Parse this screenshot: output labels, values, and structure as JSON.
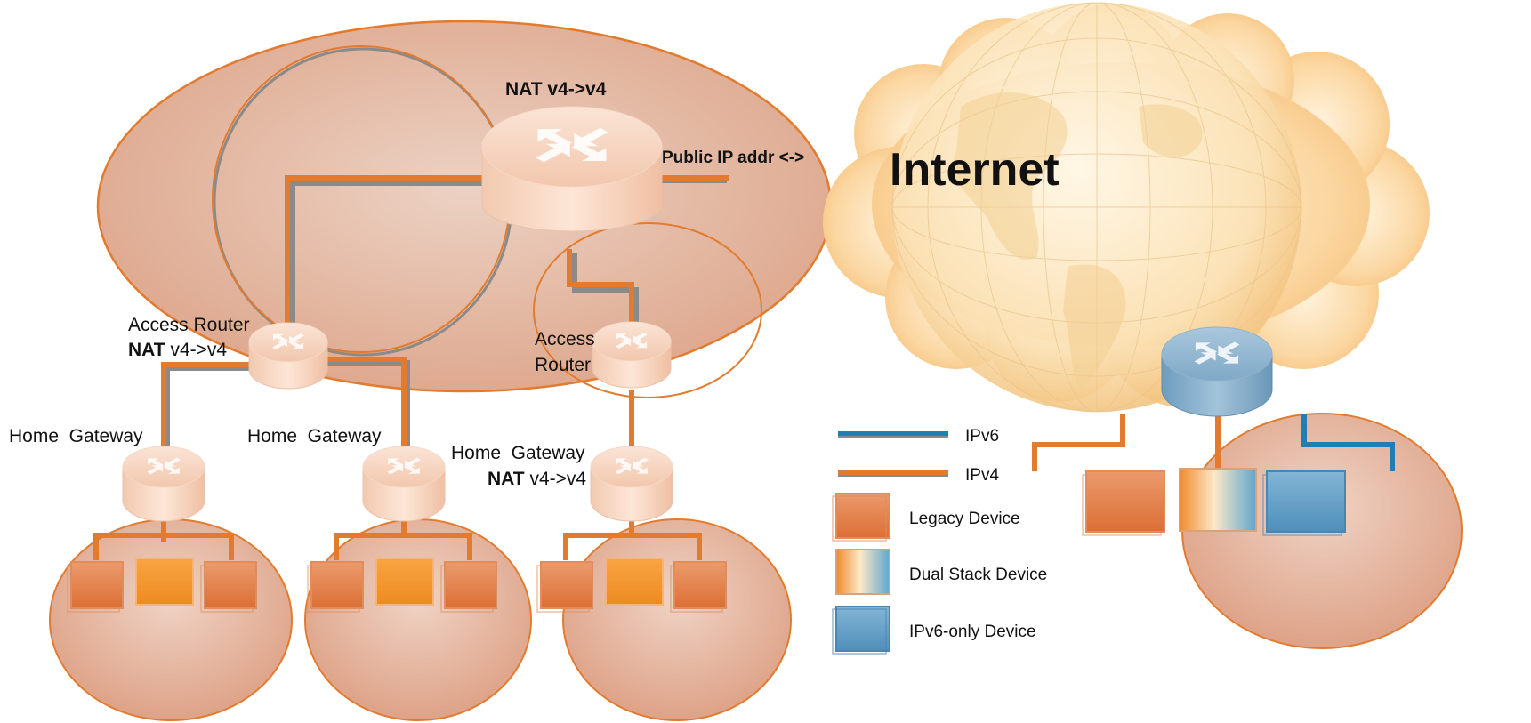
{
  "colors": {
    "ipv4": "#e37b2f",
    "ipv6": "#1f7fb5",
    "region_fill": "#e2b7a3",
    "legacy_device": "#e0773a",
    "dual_stack_device": "#f59a2e",
    "ipv6_only_device": "#5d9ec6",
    "router_ipv6": "#6f9fc0",
    "cloud": "#fcd9a8"
  },
  "icons": {
    "router": "router-icon",
    "globe": "globe-icon",
    "cloud": "cloud-icon"
  },
  "diagram": {
    "nat_core_label": "NAT v4->v4",
    "public_ip_label": "Public IP addr <->",
    "internet_label": "Internet",
    "access_router_left": {
      "line1": "Access Router",
      "nat_word": "NAT",
      "nat_suffix": " v4->v4"
    },
    "access_router_right": {
      "line1": "Access",
      "line2": "Router"
    },
    "home_gateways": [
      {
        "label": "Home  Gateway"
      },
      {
        "label": "Home  Gateway"
      },
      {
        "label": "Home  Gateway",
        "nat_word": "NAT",
        "nat_suffix": " v4->v4"
      }
    ]
  },
  "legend": {
    "items": [
      {
        "label": "IPv6",
        "kind": "ipv6-line"
      },
      {
        "label": "IPv4",
        "kind": "ipv4-line"
      },
      {
        "label": "Legacy Device",
        "kind": "legacy-device"
      },
      {
        "label": "Dual Stack Device",
        "kind": "dual-stack-device"
      },
      {
        "label": "IPv6-only Device",
        "kind": "ipv6-only-device"
      }
    ]
  }
}
